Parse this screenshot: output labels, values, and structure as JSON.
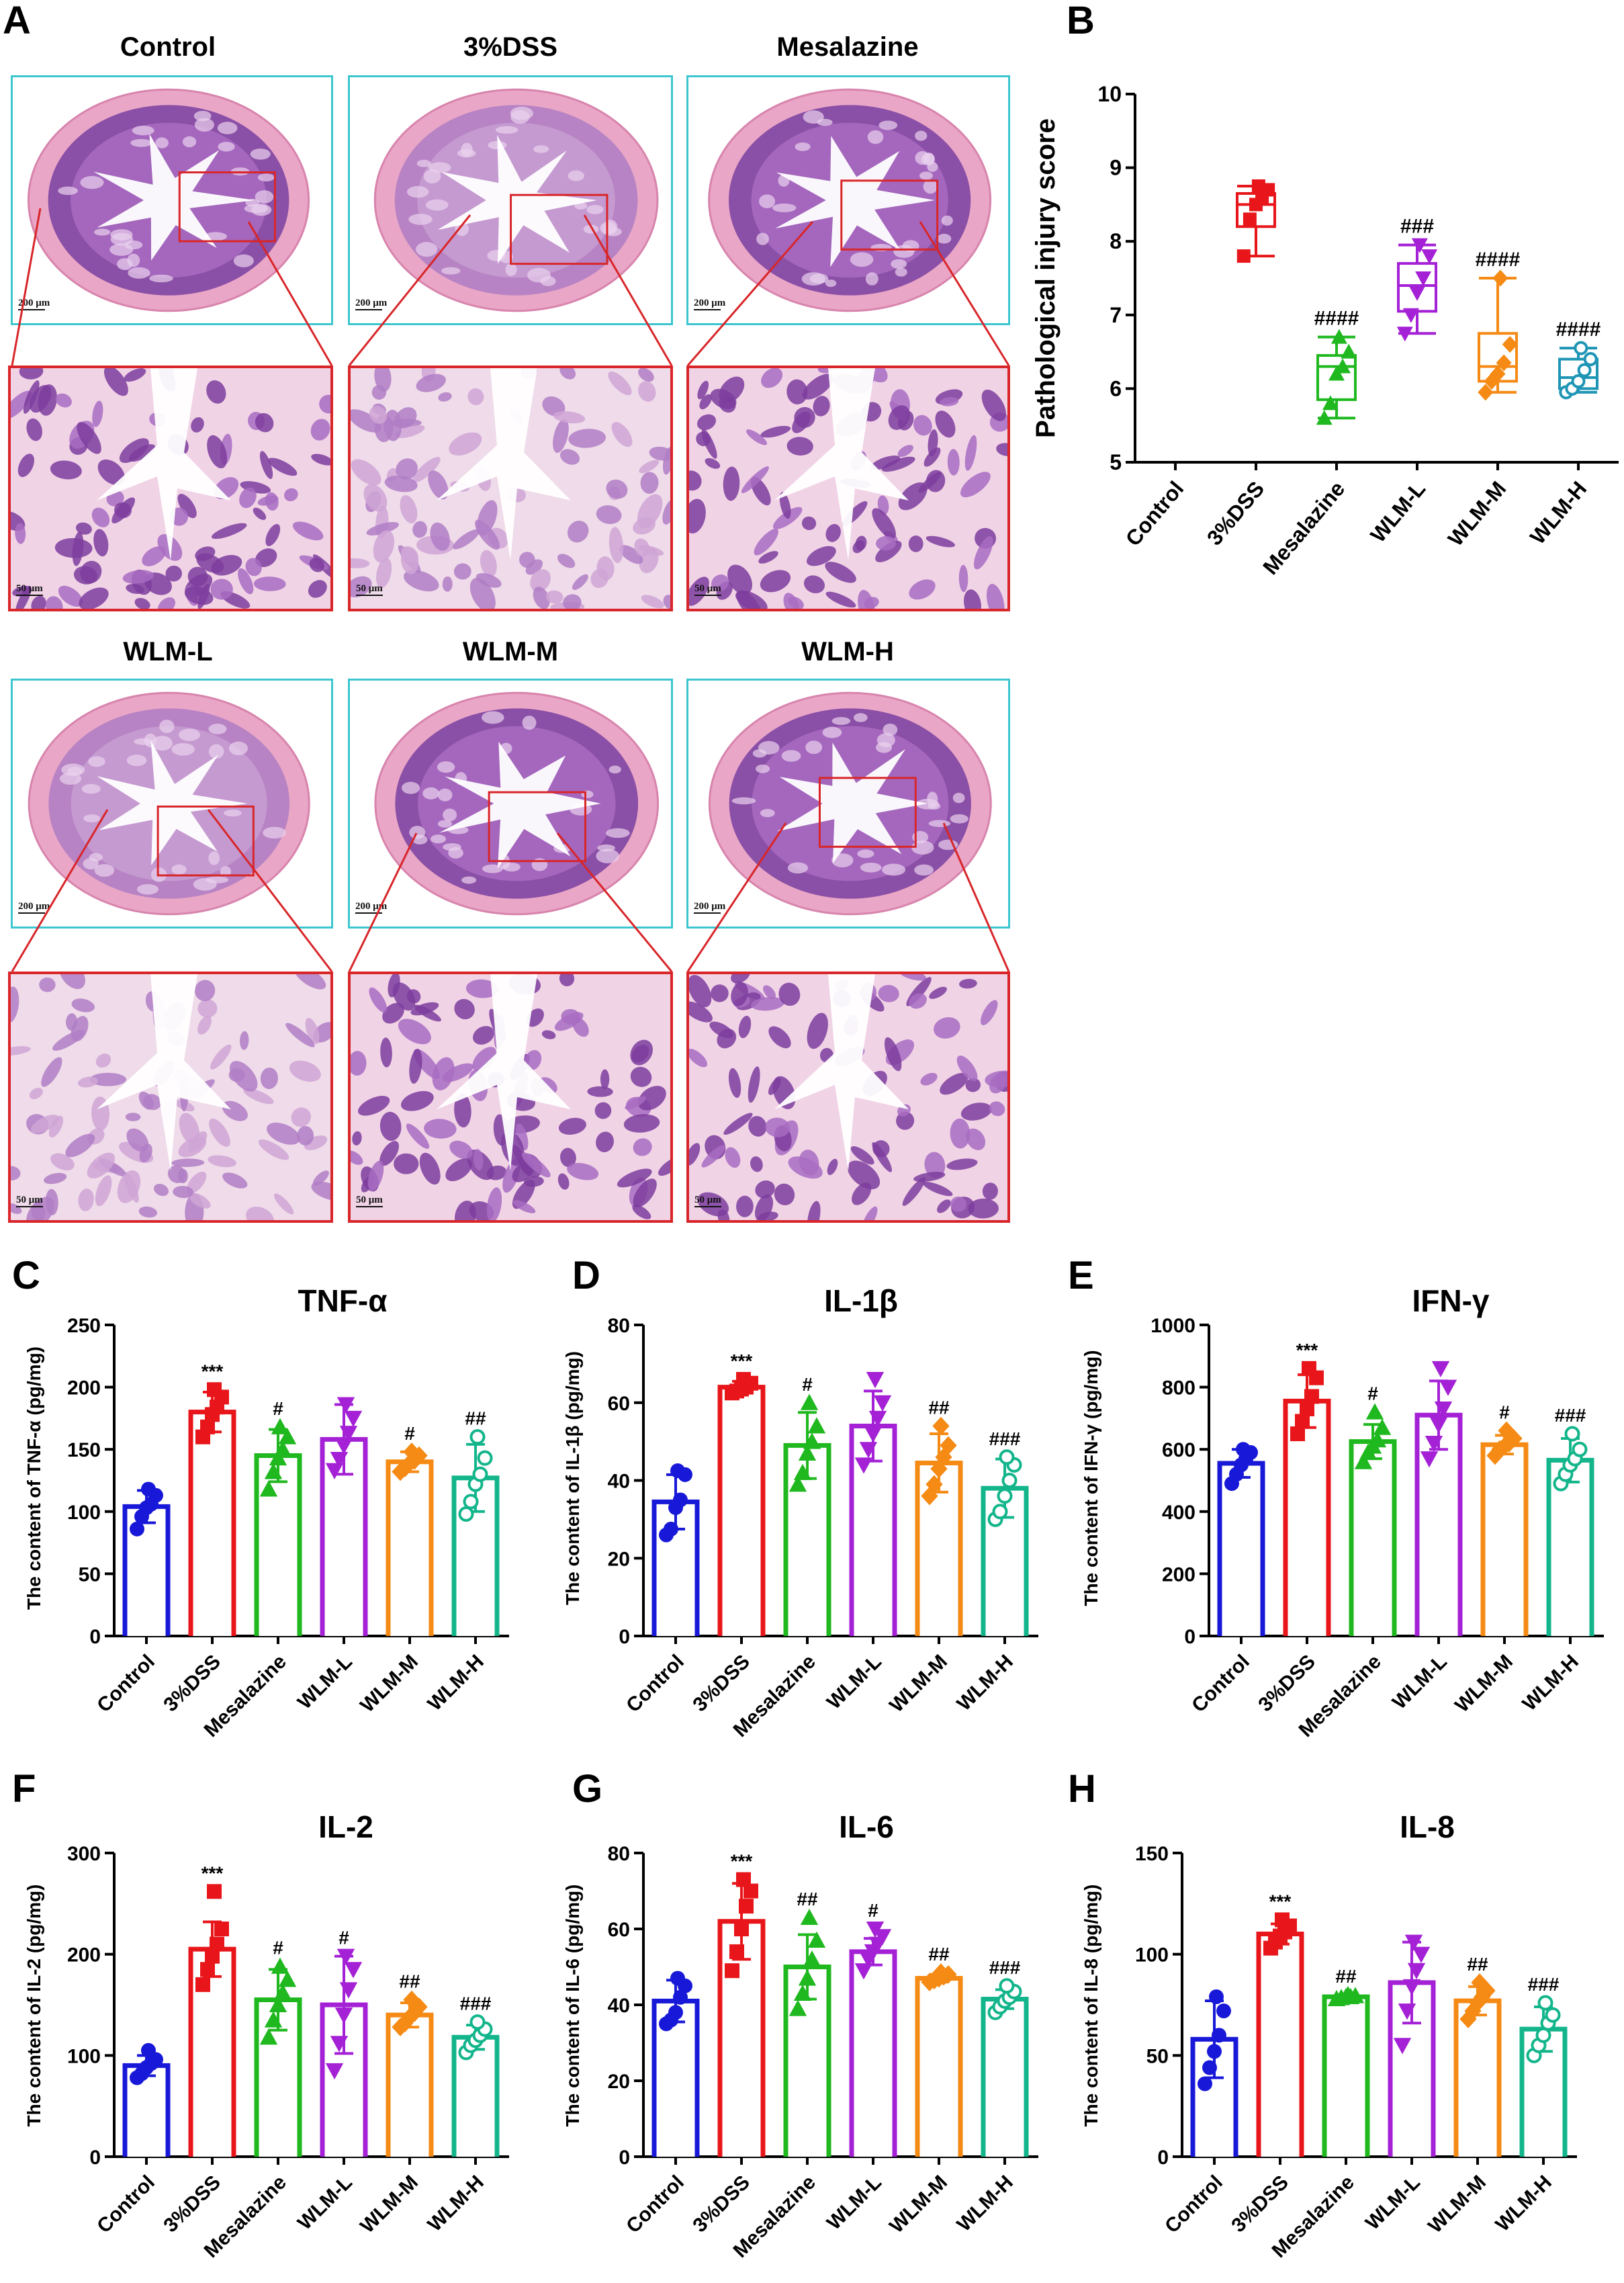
{
  "panel_a": {
    "letter": "A",
    "groups": [
      {
        "name": "Control",
        "scale_overview": "200 μm",
        "scale_zoom": "50 μm",
        "style": "healthy"
      },
      {
        "name": "3%DSS",
        "scale_overview": "200 μm",
        "scale_zoom": "50 μm",
        "style": "inflamed"
      },
      {
        "name": "Mesalazine",
        "scale_overview": "200 μm",
        "scale_zoom": "50 μm",
        "style": "healthy"
      },
      {
        "name": "WLM-L",
        "scale_overview": "200 μm",
        "scale_zoom": "50 μm",
        "style": "inflamed"
      },
      {
        "name": "WLM-M",
        "scale_overview": "200 μm",
        "scale_zoom": "50 μm",
        "style": "healthy"
      },
      {
        "name": "WLM-H",
        "scale_overview": "200 μm",
        "scale_zoom": "50 μm",
        "style": "healthy"
      }
    ]
  },
  "colors": {
    "Control": "#1818d8",
    "3%DSS": "#e8161a",
    "Mesalazine": "#1fb81f",
    "WLM-L": "#a421d6",
    "WLM-M": "#f58a14",
    "WLM-H": "#13b58b",
    "WLM-H_box": "#1f95b5",
    "overview_border": "#3cc6d0",
    "zoom_border": "#d8262a"
  },
  "chart_data": [
    {
      "id": "B",
      "letter": "B",
      "type": "box",
      "title": "",
      "ylabel": "Pathological injury score",
      "ylim": [
        5,
        10
      ],
      "yticks": [
        5,
        6,
        7,
        8,
        9,
        10
      ],
      "categories": [
        "Control",
        "3%DSS",
        "Mesalazine",
        "WLM-L",
        "WLM-M",
        "WLM-H"
      ],
      "markers": [
        "circle",
        "square",
        "triangle-up",
        "triangle-down",
        "diamond",
        "circle-open"
      ],
      "boxes": [
        null,
        {
          "min": 7.8,
          "q1": 8.2,
          "median": 8.5,
          "q3": 8.65,
          "max": 8.75,
          "points": [
            7.8,
            8.3,
            8.5,
            8.6,
            8.7,
            8.75
          ]
        },
        {
          "min": 5.6,
          "q1": 5.85,
          "median": 6.3,
          "q3": 6.45,
          "max": 6.7,
          "points": [
            5.6,
            5.8,
            6.2,
            6.3,
            6.5,
            6.7
          ]
        },
        {
          "min": 6.75,
          "q1": 7.05,
          "median": 7.4,
          "q3": 7.7,
          "max": 7.95,
          "points": [
            6.75,
            7.0,
            7.3,
            7.5,
            7.8,
            7.95
          ]
        },
        {
          "min": 5.95,
          "q1": 6.1,
          "median": 6.3,
          "q3": 6.75,
          "max": 7.5,
          "points": [
            5.95,
            6.1,
            6.2,
            6.35,
            6.6,
            7.5
          ]
        },
        {
          "min": 5.95,
          "q1": 6.0,
          "median": 6.15,
          "q3": 6.4,
          "max": 6.55,
          "points": [
            5.95,
            6.0,
            6.1,
            6.25,
            6.4,
            6.55
          ]
        }
      ],
      "annotations": [
        "",
        "",
        "####",
        "###",
        "####",
        "####"
      ]
    },
    {
      "id": "C",
      "letter": "C",
      "type": "bar",
      "title": "TNF-α",
      "ylabel": "The content of TNF-α (pg/mg)",
      "ylim": [
        0,
        250
      ],
      "yticks": [
        0,
        50,
        100,
        150,
        200,
        250
      ],
      "categories": [
        "Control",
        "3%DSS",
        "Mesalazine",
        "WLM-L",
        "WLM-M",
        "WLM-H"
      ],
      "markers": [
        "circle",
        "square",
        "triangle-up",
        "triangle-down",
        "diamond",
        "circle-open"
      ],
      "means": [
        104,
        180,
        145,
        158,
        140,
        127
      ],
      "sd": [
        13,
        16,
        21,
        28,
        8,
        27
      ],
      "points": [
        [
          86,
          96,
          103,
          106,
          113,
          118
        ],
        [
          160,
          168,
          178,
          184,
          192,
          198
        ],
        [
          118,
          132,
          143,
          150,
          160,
          168
        ],
        [
          133,
          142,
          153,
          163,
          175,
          186
        ],
        [
          132,
          135,
          139,
          141,
          145,
          148
        ],
        [
          98,
          108,
          122,
          130,
          143,
          160
        ]
      ],
      "annotations": [
        "",
        "***",
        "#",
        "",
        "#",
        "##"
      ]
    },
    {
      "id": "D",
      "letter": "D",
      "type": "bar",
      "title": "IL-1β",
      "ylabel": "The content of IL-1β (pg/mg)",
      "ylim": [
        0,
        80
      ],
      "yticks": [
        0,
        20,
        40,
        60,
        80
      ],
      "categories": [
        "Control",
        "3%DSS",
        "Mesalazine",
        "WLM-L",
        "WLM-M",
        "WLM-H"
      ],
      "markers": [
        "circle",
        "square",
        "triangle-up",
        "triangle-down",
        "diamond",
        "circle-open"
      ],
      "means": [
        34.5,
        64,
        49,
        54,
        44.5,
        38
      ],
      "sd": [
        7,
        1.5,
        8.5,
        9,
        7.5,
        7.5
      ],
      "points": [
        [
          26,
          27.5,
          33,
          35,
          41.5,
          42.5
        ],
        [
          62.5,
          63,
          63.5,
          64,
          65,
          66
        ],
        [
          39,
          42,
          47,
          50,
          54,
          60
        ],
        [
          44,
          48,
          52,
          56,
          60,
          66
        ],
        [
          36,
          39,
          43,
          46,
          49,
          54
        ],
        [
          30,
          32,
          36,
          40,
          44,
          46
        ]
      ],
      "annotations": [
        "",
        "***",
        "#",
        "",
        "##",
        "###"
      ]
    },
    {
      "id": "E",
      "letter": "E",
      "type": "bar",
      "title": "IFN-γ",
      "ylabel": "The content of IFN-γ (pg/mg)",
      "ylim": [
        0,
        1000
      ],
      "yticks": [
        0,
        200,
        400,
        600,
        800,
        1000
      ],
      "categories": [
        "Control",
        "3%DSS",
        "Mesalazine",
        "WLM-L",
        "WLM-M",
        "WLM-H"
      ],
      "markers": [
        "circle",
        "square",
        "triangle-up",
        "triangle-down",
        "diamond",
        "circle-open"
      ],
      "means": [
        555,
        755,
        625,
        710,
        615,
        565
      ],
      "sd": [
        45,
        85,
        55,
        110,
        30,
        70
      ],
      "points": [
        [
          490,
          520,
          550,
          570,
          590,
          600
        ],
        [
          650,
          690,
          730,
          770,
          830,
          860
        ],
        [
          560,
          590,
          610,
          630,
          670,
          720
        ],
        [
          570,
          620,
          680,
          730,
          800,
          860
        ],
        [
          580,
          600,
          610,
          620,
          635,
          660
        ],
        [
          490,
          520,
          550,
          570,
          600,
          650
        ]
      ],
      "annotations": [
        "",
        "***",
        "#",
        "",
        "#",
        "###"
      ]
    },
    {
      "id": "F",
      "letter": "F",
      "type": "bar",
      "title": "IL-2",
      "ylabel": "The content of IL-2 (pg/mg)",
      "ylim": [
        0,
        300
      ],
      "yticks": [
        0,
        100,
        200,
        300
      ],
      "categories": [
        "Control",
        "3%DSS",
        "Mesalazine",
        "WLM-L",
        "WLM-M",
        "WLM-H"
      ],
      "markers": [
        "circle",
        "square",
        "triangle-up",
        "triangle-down",
        "diamond",
        "circle-open"
      ],
      "means": [
        90,
        205,
        155,
        150,
        140,
        118
      ],
      "sd": [
        10,
        27,
        30,
        48,
        12,
        12
      ],
      "points": [
        [
          78,
          82,
          88,
          92,
          96,
          105
        ],
        [
          170,
          185,
          198,
          210,
          225,
          262
        ],
        [
          118,
          135,
          150,
          162,
          175,
          188
        ],
        [
          85,
          112,
          140,
          165,
          185,
          198
        ],
        [
          128,
          132,
          138,
          142,
          148,
          155
        ],
        [
          103,
          110,
          115,
          120,
          126,
          133
        ]
      ],
      "annotations": [
        "",
        "***",
        "#",
        "#",
        "##",
        "###"
      ]
    },
    {
      "id": "G",
      "letter": "G",
      "type": "bar",
      "title": "IL-6",
      "ylabel": "The content of IL-6 (pg/mg)",
      "ylim": [
        0,
        80
      ],
      "yticks": [
        0,
        20,
        40,
        60,
        80
      ],
      "categories": [
        "Control",
        "3%DSS",
        "Mesalazine",
        "WLM-L",
        "WLM-M",
        "WLM-H"
      ],
      "markers": [
        "circle",
        "square",
        "triangle-up",
        "triangle-down",
        "diamond",
        "circle-open"
      ],
      "means": [
        41,
        62,
        50,
        54,
        47,
        41.5
      ],
      "sd": [
        5.5,
        10,
        8.5,
        3.5,
        1,
        2.5
      ],
      "points": [
        [
          35,
          36,
          38,
          42,
          45,
          47
        ],
        [
          49,
          54,
          60,
          66,
          70,
          73
        ],
        [
          39,
          43,
          47,
          52,
          57,
          63
        ],
        [
          49,
          52,
          54,
          56,
          58,
          60
        ],
        [
          46,
          46.5,
          47,
          47.5,
          48,
          48.5
        ],
        [
          38,
          39.5,
          41,
          42,
          43.5,
          45
        ]
      ],
      "annotations": [
        "",
        "***",
        "##",
        "#",
        "##",
        "###"
      ]
    },
    {
      "id": "H",
      "letter": "H",
      "type": "bar",
      "title": "IL-8",
      "ylabel": "The content of IL-8 (pg/mg)",
      "ylim": [
        0,
        150
      ],
      "yticks": [
        0,
        50,
        100,
        150
      ],
      "categories": [
        "Control",
        "3%DSS",
        "Mesalazine",
        "WLM-L",
        "WLM-M",
        "WLM-H"
      ],
      "markers": [
        "circle",
        "square",
        "triangle-up",
        "triangle-down",
        "diamond",
        "circle-open"
      ],
      "means": [
        58,
        110,
        79,
        86,
        77,
        63
      ],
      "sd": [
        19,
        5,
        1,
        20,
        7,
        11
      ],
      "points": [
        [
          36,
          44,
          52,
          60,
          72,
          79
        ],
        [
          103,
          106,
          109,
          111,
          114,
          117
        ],
        [
          78,
          78.5,
          79,
          79,
          79.5,
          80
        ],
        [
          55,
          72,
          84,
          92,
          100,
          106
        ],
        [
          68,
          72,
          76,
          79,
          82,
          86
        ],
        [
          50,
          55,
          60,
          66,
          70,
          76
        ]
      ],
      "annotations": [
        "",
        "***",
        "##",
        "",
        "##",
        "###"
      ]
    }
  ]
}
